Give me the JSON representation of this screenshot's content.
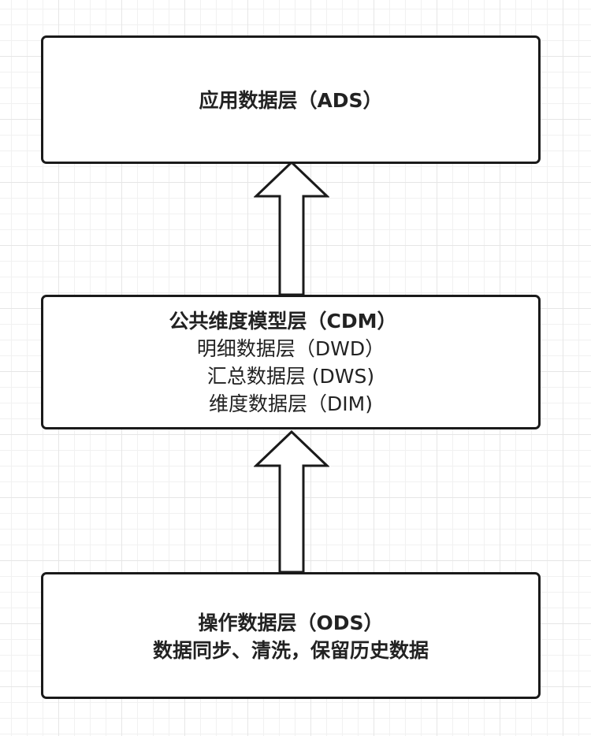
{
  "diagram": {
    "ads_layer": {
      "title": "应用数据层（ADS）"
    },
    "cdm_layer": {
      "title": "公共维度模型层（CDM）",
      "lines": [
        "明细数据层（DWD）",
        "汇总数据层 (DWS)",
        "维度数据层（DIM)"
      ]
    },
    "ods_layer": {
      "title": "操作数据层（ODS）",
      "description": "数据同步、清洗，保留历史数据"
    },
    "colors": {
      "box_border": "#1a1a1a",
      "box_fill": "#ffffff",
      "arrow_fill": "#ffffff",
      "arrow_stroke": "#1a1a1a",
      "grid": "#e6e6e6"
    }
  }
}
